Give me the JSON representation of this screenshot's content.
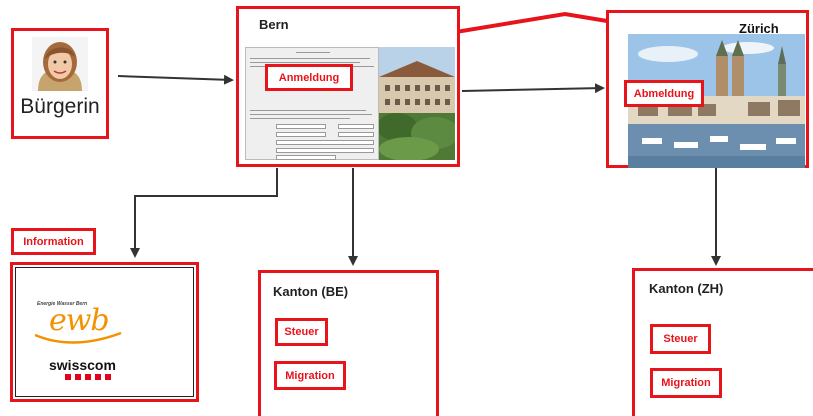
{
  "citizen": {
    "label": "Bürgerin",
    "photo_icon": "woman-portrait-icon"
  },
  "bern": {
    "title": "Bern",
    "badge": "Anmeldung",
    "thumbnail_icons": [
      "registration-form-icon",
      "bern-building-photo-icon"
    ]
  },
  "zurich": {
    "title": "Zürich",
    "badge": "Abmeldung",
    "thumbnail_icon": "zurich-cityscape-photo-icon"
  },
  "information": {
    "label": "Information",
    "logos": [
      {
        "name": "ewb",
        "text": "ewb",
        "tagline": "Energie Wasser Bern"
      },
      {
        "name": "swisscom",
        "text": "swisscom"
      }
    ]
  },
  "kanton_be": {
    "title": "Kanton (BE)",
    "items": [
      "Steuer",
      "Migration"
    ]
  },
  "kanton_zh": {
    "title": "Kanton (ZH)",
    "items": [
      "Steuer",
      "Migration"
    ]
  },
  "colors": {
    "accent_red": "#e8141c",
    "connector": "#333333",
    "ewb_orange": "#f29200",
    "swisscom_red": "#e2001a"
  }
}
